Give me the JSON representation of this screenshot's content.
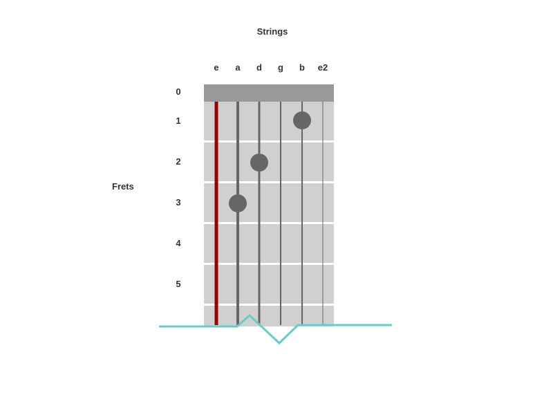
{
  "title": "Strings",
  "fret_axis_label": "Frets",
  "strings": [
    {
      "label": "e",
      "highlighted": true
    },
    {
      "label": "a"
    },
    {
      "label": "d"
    },
    {
      "label": "g"
    },
    {
      "label": "b"
    },
    {
      "label": "e2"
    }
  ],
  "frets": [
    "0",
    "1",
    "2",
    "3",
    "4",
    "5"
  ],
  "notes": [
    {
      "string": "b",
      "fret": 1
    },
    {
      "string": "d",
      "fret": 2
    },
    {
      "string": "a",
      "fret": 3
    }
  ],
  "colors": {
    "fretboard": "#d0d0d0",
    "nut": "#999999",
    "string": "#666666",
    "highlight_string": "#990000",
    "fret_line": "#ffffff",
    "note": "#666666",
    "break_line": "#66cccc"
  }
}
